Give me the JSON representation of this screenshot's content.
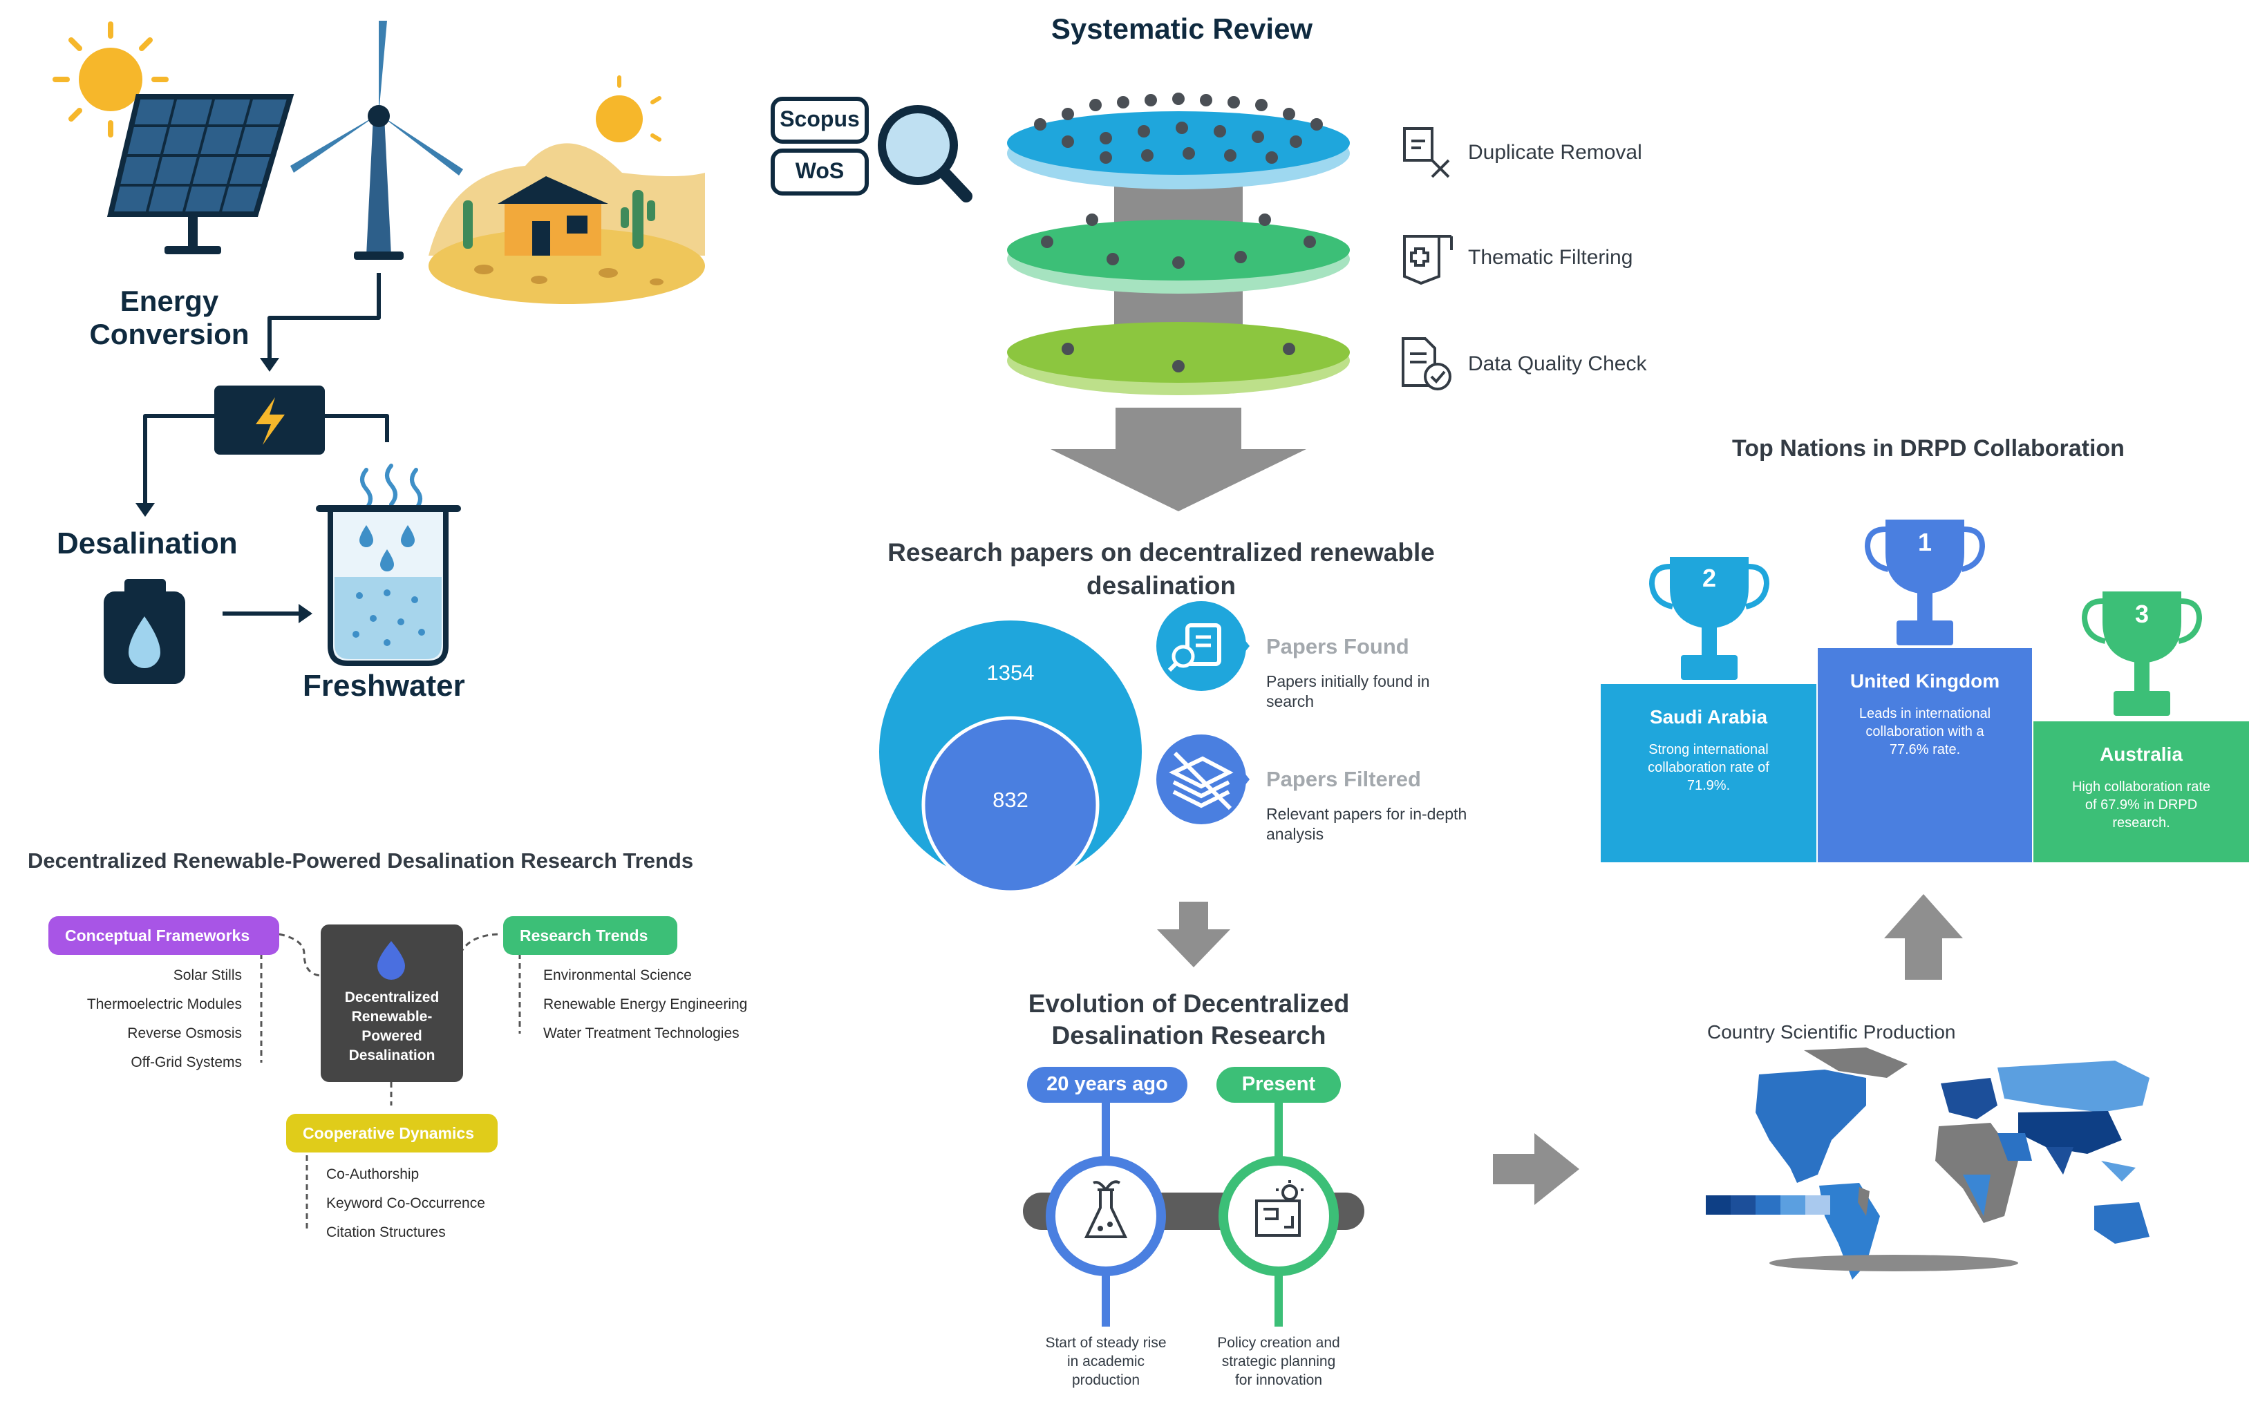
{
  "left_process": {
    "energy_conversion": [
      "Energy",
      "Conversion"
    ],
    "desalination": "Desalination",
    "freshwater": "Freshwater"
  },
  "systematic_review": {
    "title": "Systematic Review",
    "databases": [
      "Scopus",
      "WoS"
    ],
    "steps": [
      "Duplicate Removal",
      "Thematic Filtering",
      "Data Quality Check"
    ]
  },
  "papers": {
    "title": [
      "Research papers on decentralized renewable",
      "desalination"
    ],
    "found_count": "1354",
    "filtered_count": "832",
    "found_label": "Papers Found",
    "found_desc": [
      "Papers initially found in",
      "search"
    ],
    "filtered_label": "Papers Filtered",
    "filtered_desc": [
      "Relevant papers for in-depth",
      "analysis"
    ]
  },
  "evolution": {
    "title": [
      "Evolution of Decentralized",
      "Desalination Research"
    ],
    "past_label": "20 years ago",
    "present_label": "Present",
    "past_desc": [
      "Start of steady rise",
      "in academic",
      "production"
    ],
    "present_desc": [
      "Policy creation and",
      "strategic planning",
      "for innovation"
    ]
  },
  "trends": {
    "title": "Decentralized Renewable-Powered Desalination Research Trends",
    "center": [
      "Decentralized",
      "Renewable-",
      "Powered",
      "Desalination"
    ],
    "conceptual": {
      "label": "Conceptual Frameworks",
      "items": [
        "Solar Stills",
        "Thermoelectric Modules",
        "Reverse Osmosis",
        "Off-Grid Systems"
      ]
    },
    "research": {
      "label": "Research Trends",
      "items": [
        "Environmental Science",
        "Renewable Energy Engineering",
        "Water Treatment Technologies"
      ]
    },
    "cooperative": {
      "label": "Cooperative Dynamics",
      "items": [
        "Co-Authorship",
        "Keyword Co-Occurrence",
        "Citation Structures"
      ]
    }
  },
  "nations": {
    "title": "Top Nations in DRPD Collaboration",
    "podium": [
      {
        "rank": "2",
        "country": "Saudi Arabia",
        "desc": [
          "Strong international",
          "collaboration rate of",
          "71.9%."
        ]
      },
      {
        "rank": "1",
        "country": "United Kingdom",
        "desc": [
          "Leads in international",
          "collaboration with a",
          "77.6% rate."
        ]
      },
      {
        "rank": "3",
        "country": "Australia",
        "desc": [
          "High collaboration rate",
          "of 67.9% in DRPD",
          "research."
        ]
      }
    ]
  },
  "map": {
    "title": "Country Scientific Production"
  },
  "colors": {
    "navy": "#0f2a3f",
    "blue": "#1fa6dc",
    "royal": "#4a7fe0",
    "green": "#3cbf77",
    "lime": "#8cc63f",
    "purple": "#a855e6",
    "yellow": "#e0cc1a",
    "grey_arrow": "#8f8f8f"
  }
}
